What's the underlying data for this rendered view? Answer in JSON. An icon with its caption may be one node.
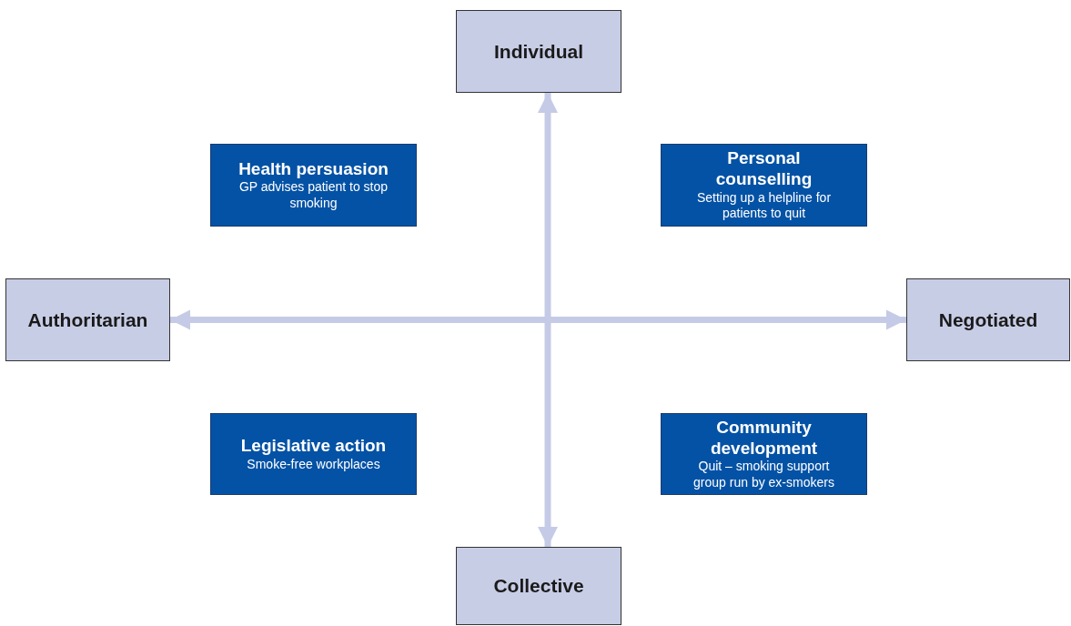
{
  "diagram": {
    "nodes": [
      {
        "text": [
          "Individual"
        ]
      },
      {
        "text": [
          "Health persuasion",
          "GP advises patient to stop smoking"
        ]
      },
      {
        "text": [
          "Personal counselling",
          "Setting up a helpline for patients to quit"
        ]
      },
      {
        "text": [
          "Authoritarian"
        ]
      },
      {
        "text": [
          "Negotiated"
        ]
      },
      {
        "text": [
          "Legislative action",
          "Smoke-free workplaces"
        ]
      },
      {
        "text": [
          "Community development",
          "Quit – smoking support group run by ex-smokers"
        ]
      },
      {
        "text": [
          "Collective"
        ]
      }
    ],
    "edges": [
      {
        "from": 3,
        "to": 4,
        "arrow": "both"
      },
      {
        "from": 0,
        "to": 7,
        "arrow": "both"
      }
    ]
  }
}
